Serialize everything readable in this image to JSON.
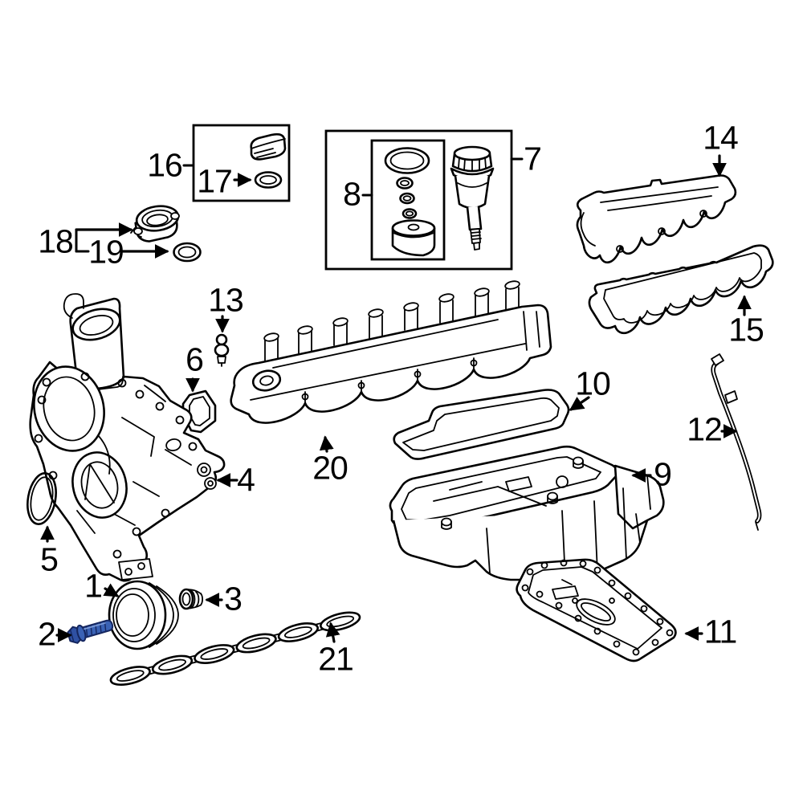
{
  "diagram": {
    "kind": "engine-parts-exploded-diagram",
    "background_color": "#ffffff",
    "line_color": "#000000",
    "highlight": {
      "part_id": "2",
      "part": "pulley-bolt",
      "fill": "#3a62b5",
      "head_fill": "#2f51a3",
      "outline": "#15265f",
      "highlight_line": "#7e9cd8"
    },
    "callouts": [
      {
        "label": "1",
        "part": "crankshaft-pulley"
      },
      {
        "label": "2",
        "part": "pulley-bolt-highlighted"
      },
      {
        "label": "3",
        "part": "crankshaft-seal-plug"
      },
      {
        "label": "4",
        "part": "engine-timing-cover"
      },
      {
        "label": "5",
        "part": "timing-cover-o-ring"
      },
      {
        "label": "6",
        "part": "small-port-gasket"
      },
      {
        "label": "7",
        "part": "oil-filter-housing-cap"
      },
      {
        "label": "8",
        "part": "oil-filter-kit-boxed"
      },
      {
        "label": "9",
        "part": "upper-oil-pan"
      },
      {
        "label": "10",
        "part": "oil-pan-gasket"
      },
      {
        "label": "11",
        "part": "lower-oil-pan"
      },
      {
        "label": "12",
        "part": "oil-dipstick"
      },
      {
        "label": "13",
        "part": "small-valve-parts"
      },
      {
        "label": "14",
        "part": "valve-cover"
      },
      {
        "label": "15",
        "part": "valve-cover-gasket"
      },
      {
        "label": "16",
        "part": "oil-filler-cap-boxed"
      },
      {
        "label": "17",
        "part": "filler-cap-seal"
      },
      {
        "label": "18",
        "part": "oil-filler-neck"
      },
      {
        "label": "19",
        "part": "filler-neck-seal"
      },
      {
        "label": "20",
        "part": "intake-manifold"
      },
      {
        "label": "21",
        "part": "manifold-gasket"
      }
    ]
  }
}
